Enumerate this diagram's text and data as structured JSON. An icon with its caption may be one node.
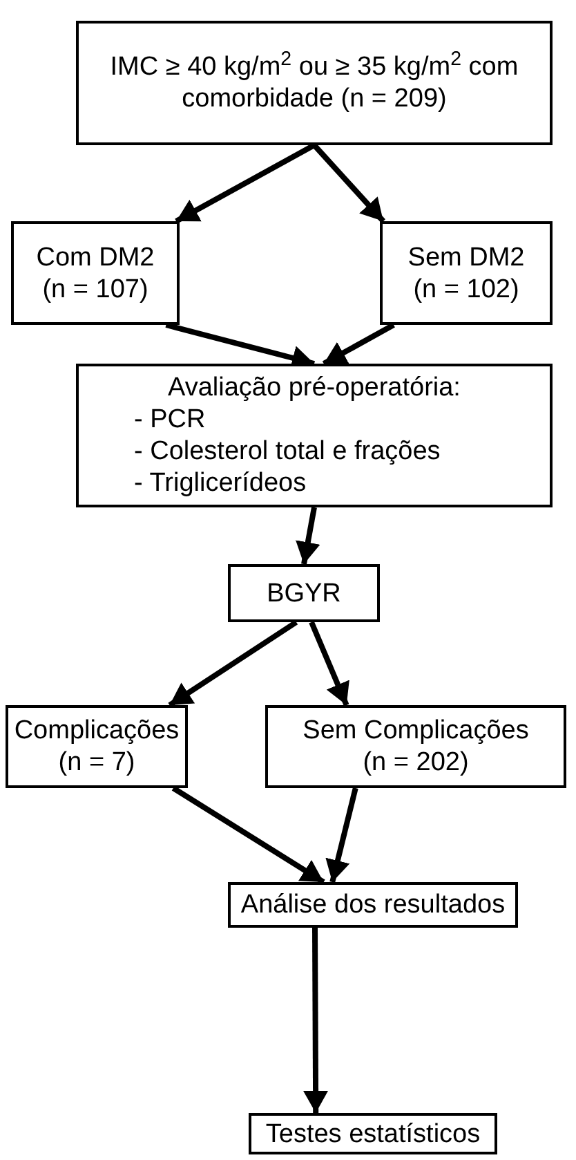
{
  "diagram": {
    "nodes": [
      {
        "text": [
          "IMC ≥ 40 kg/m$^{2}$ ou ≥ 35 kg/m$^{2}$ com comorbidade (n = 209)"
        ]
      },
      {
        "text": [
          "Com DM2 (n = 107)"
        ]
      },
      {
        "text": [
          "Sem DM2 (n = 102)"
        ]
      },
      {
        "text": [
          "Avaliação pré-operatória:",
          "- PCR",
          "- Colesterol total e frações",
          "- Triglicerídeos"
        ]
      },
      {
        "text": [
          "BGYR"
        ]
      },
      {
        "text": [
          "Complicações (n = 7)"
        ]
      },
      {
        "text": [
          "Sem Complicações (n = 202)"
        ]
      },
      {
        "text": [
          "Análise dos resultados"
        ]
      },
      {
        "text": [
          "Testes estatísticos"
        ]
      }
    ],
    "edges": [
      {
        "from": 0,
        "to": 1,
        "arrow": "to"
      },
      {
        "from": 0,
        "to": 2,
        "arrow": "to"
      },
      {
        "from": 1,
        "to": 3,
        "arrow": "to"
      },
      {
        "from": 2,
        "to": 3,
        "arrow": "to"
      },
      {
        "from": 3,
        "to": 4,
        "arrow": "to"
      },
      {
        "from": 4,
        "to": 5,
        "arrow": "to"
      },
      {
        "from": 4,
        "to": 6,
        "arrow": "to"
      },
      {
        "from": 5,
        "to": 7,
        "arrow": "to"
      },
      {
        "from": 6,
        "to": 7,
        "arrow": "to"
      },
      {
        "from": 7,
        "to": 8,
        "arrow": "to"
      }
    ]
  }
}
